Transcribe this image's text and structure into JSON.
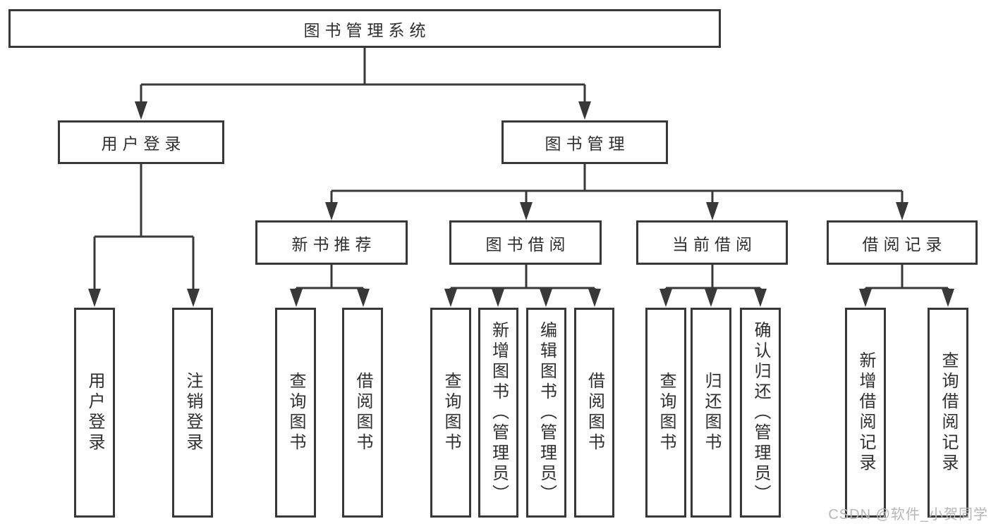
{
  "diagram_title": "图书管理系统",
  "tree": {
    "label": "图书管理系统",
    "children": [
      {
        "label": "用户登录",
        "children": [
          {
            "label": "用户登录"
          },
          {
            "label": "注销登录"
          }
        ]
      },
      {
        "label": "图书管理",
        "children": [
          {
            "label": "新书推荐",
            "children": [
              {
                "label": "查询图书"
              },
              {
                "label": "借阅图书"
              }
            ]
          },
          {
            "label": "图书借阅",
            "children": [
              {
                "label": "查询图书"
              },
              {
                "label": "新增图书（管理员）"
              },
              {
                "label": "编辑图书（管理员）"
              },
              {
                "label": "借阅图书"
              }
            ]
          },
          {
            "label": "当前借阅",
            "children": [
              {
                "label": "查询图书"
              },
              {
                "label": "归还图书"
              },
              {
                "label": "确认归还（管理员）"
              }
            ]
          },
          {
            "label": "借阅记录",
            "children": [
              {
                "label": "新增借阅记录"
              },
              {
                "label": "查询借阅记录"
              }
            ]
          }
        ]
      }
    ]
  },
  "watermark": "CSDN @软件_小贺同学",
  "colors": {
    "line": "#383838",
    "text": "#2f2f2f",
    "watermark": "#b5b6b8",
    "background": "#ffffff"
  }
}
